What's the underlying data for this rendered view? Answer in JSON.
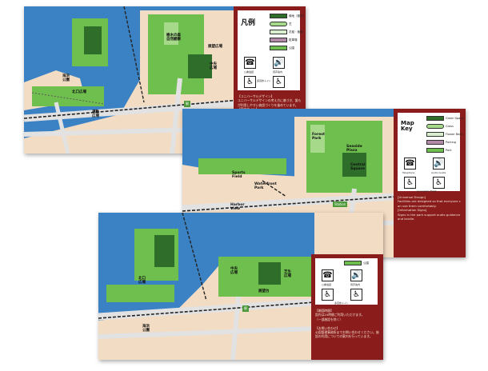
{
  "colors": {
    "water": "#3b82c4",
    "land": "#f3dcc4",
    "park": "#6fbf4e",
    "park_dark": "#2f6e2a",
    "park_light": "#a6d98a",
    "road": "#e2e2e2",
    "legend_red": "#8b1c1c"
  },
  "panels": [
    {
      "lang": "ja",
      "legend_title": "凡例",
      "legend_items": [
        "緑地（樹林）",
        "芝",
        "花壇・植栽",
        "駐車場",
        "公園"
      ],
      "icons": [
        {
          "glyph": "☎",
          "name": "telephone-icon",
          "label": "公衆電話"
        },
        {
          "glyph": "🔊",
          "name": "speaker-icon",
          "label": "音声案内"
        },
        {
          "glyph": "♿",
          "name": "accessible-toilet-icon",
          "label": "多目的トイレ"
        },
        {
          "glyph": "♿",
          "name": "wheelchair-icon",
          "label": ""
        }
      ],
      "note": "【ユニバーサルデザイン】\nユニバーサルデザインの考え方に基づき、誰もが利用しやすい施設づくりを進めています。\n【案内サイン】\n園内の案内板は、音声案内と点字表示に対応しています。",
      "labels": [
        "樹木の森\n自然観察",
        "展望広場",
        "中央\n広場",
        "海浜\n公園",
        "北口広場",
        "運動\n広場"
      ],
      "station": "駅"
    },
    {
      "lang": "en",
      "legend_title": "Map\nKey",
      "legend_items": [
        "Green Space",
        "Grass",
        "Flower Beds",
        "Parking",
        "Park"
      ],
      "icons": [
        {
          "glyph": "☎",
          "name": "telephone-icon",
          "label": "Telephone"
        },
        {
          "glyph": "🔊",
          "name": "speaker-icon",
          "label": "Audio Guide"
        },
        {
          "glyph": "♿",
          "name": "accessible-toilet-icon",
          "label": "Accessible Toilet"
        },
        {
          "glyph": "♿",
          "name": "wheelchair-icon",
          "label": ""
        }
      ],
      "note": "[Universal Design]\nFacilities are designed so that everyone can use them comfortably.\n[Information Signs]\nSigns in the park support audio guidance and braille.",
      "labels": [
        "Forest\nPark",
        "Seaside\nPlaza",
        "Central\nSquare",
        "Sports\nField",
        "Waterfront\nPark",
        "Harbor\nView"
      ],
      "station": "Station"
    },
    {
      "lang": "ja",
      "legend_title": "",
      "legend_items": [
        "公園"
      ],
      "icons": [
        {
          "glyph": "☎",
          "name": "telephone-icon",
          "label": "公衆電話"
        },
        {
          "glyph": "🔊",
          "name": "speaker-icon",
          "label": "音声案内"
        },
        {
          "glyph": "♿",
          "name": "accessible-toilet-icon",
          "label": "多目的トイレ"
        },
        {
          "glyph": "♿",
          "name": "wheelchair-icon",
          "label": ""
        }
      ],
      "note": "【開園時間】\n園内は24時間ご利用いただけます。\n（一部施設を除く）\n\n【お問い合わせ】\n公園管理事務所までお問い合わせください。施設の利用についての案内を行っています。",
      "labels": [
        "北口\n広場",
        "中央\n広場",
        "芝生\n広場",
        "海浜\n公園",
        "展望台"
      ],
      "station": "駅"
    }
  ]
}
